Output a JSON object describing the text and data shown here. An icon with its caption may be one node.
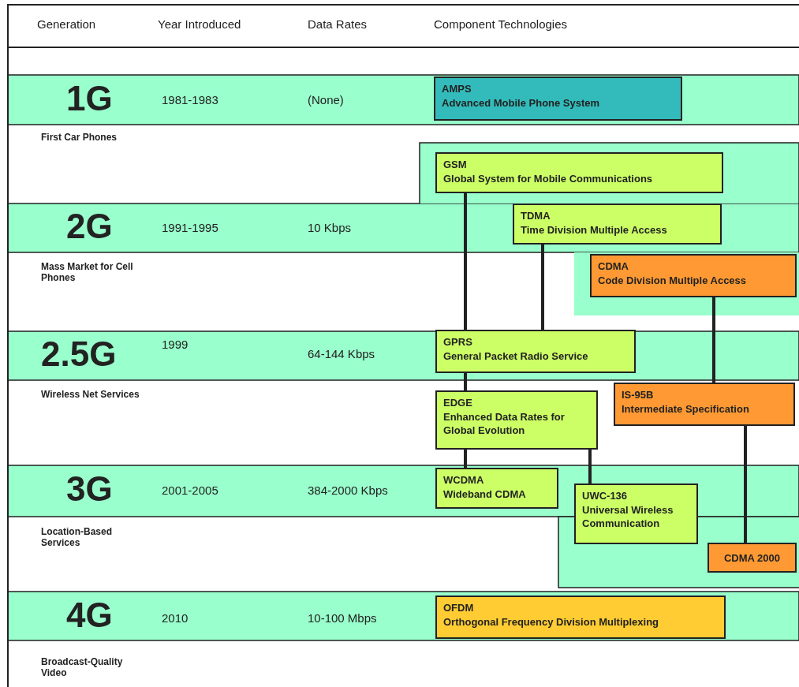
{
  "diagram": {
    "nodes": [
      {
        "text": [
          "AMPS",
          "Advanced Mobile Phone System"
        ]
      },
      {
        "text": [
          "GSM",
          "Global System for Mobile Communications"
        ]
      },
      {
        "text": [
          "TDMA",
          "Time Division Multiple Access"
        ]
      },
      {
        "text": [
          "CDMA",
          "Code Division Multiple Access"
        ]
      },
      {
        "text": [
          "GPRS",
          "General Packet Radio Service"
        ]
      },
      {
        "text": [
          "IS-95B",
          "Intermediate Specification"
        ]
      },
      {
        "text": [
          "EDGE",
          "Enhanced Data Rates for Global Evolution"
        ]
      },
      {
        "text": [
          "WCDMA",
          "Wideband CDMA"
        ]
      },
      {
        "text": [
          "UWC-136",
          "Universal Wireless Communication"
        ]
      },
      {
        "text": [
          "CDMA 2000"
        ]
      },
      {
        "text": [
          "OFDM",
          "Orthogonal Frequency Division Multiplexing"
        ]
      }
    ],
    "edges": [
      {
        "from": 1,
        "to": 4,
        "arrow": "none"
      },
      {
        "from": 2,
        "to": 4,
        "arrow": "none"
      },
      {
        "from": 3,
        "to": 5,
        "arrow": "none"
      },
      {
        "from": 4,
        "to": 6,
        "arrow": "none"
      },
      {
        "from": 6,
        "to": 7,
        "arrow": "none"
      },
      {
        "from": 6,
        "to": 8,
        "arrow": "none"
      },
      {
        "from": 5,
        "to": 9,
        "arrow": "none"
      }
    ],
    "labels": [
      "Generation",
      "Year Introduced",
      "Data Rates",
      "Component Technologies",
      "1G",
      "1981-1983",
      "(None)",
      "First Car Phones",
      "2G",
      "1991-1995",
      "10 Kbps",
      "Mass Market for Cell Phones",
      "2.5G",
      "1999",
      "64-144 Kbps",
      "Wireless Net Services",
      "3G",
      "2001-2005",
      "384-2000 Kbps",
      "Location-Based Services",
      "4G",
      "2010",
      "10-100 Mbps",
      "Broadcast-Quality Video"
    ]
  }
}
